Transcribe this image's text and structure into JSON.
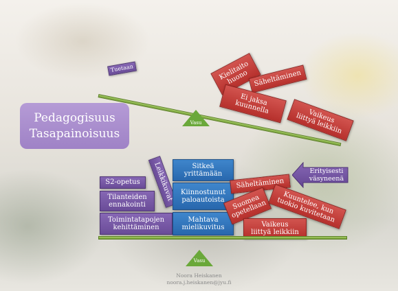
{
  "title": {
    "line1": "Pedagogisuus",
    "line2": "Tasapainoisuus"
  },
  "top": {
    "left_label": "Tuetaan",
    "right_items": [
      "Kielitaito\nhuono",
      "Säheltäminen",
      "Ei jaksa\nkuunnella",
      "Vaikeus\nliittyä leikkiin"
    ],
    "fulcrum_label": "Vasu"
  },
  "bottom": {
    "left_items": [
      "S2-opetus",
      "Tilanteiden\nennakointi",
      "Toimintatapojen\nkehittäminen"
    ],
    "vertical_label": "Leikkikuvat",
    "center_items": [
      "Sitkeä\nyrittämään",
      "Kiinnostunut\npaloautoista",
      "Mahtava\nmielikuvitus"
    ],
    "right_items": [
      "Säheltäminen",
      "Suomea\nopetellaan",
      "Kuuntelee, kun\ntuokio kuvitetaan",
      "Vaikeus\nliittyä leikkiin"
    ],
    "arrow_label": "Erityisesti\nväsyneenä",
    "fulcrum_label": "Vasu"
  },
  "author": {
    "name": "Noora Heiskanen",
    "email": "noora.j.heiskanen@jyu.fi"
  },
  "colors": {
    "red": "#c0392b",
    "purple": "#7a5aa8",
    "blue": "#2f76bd",
    "green": "#7fb041",
    "title_bg": "#a88bcb"
  }
}
